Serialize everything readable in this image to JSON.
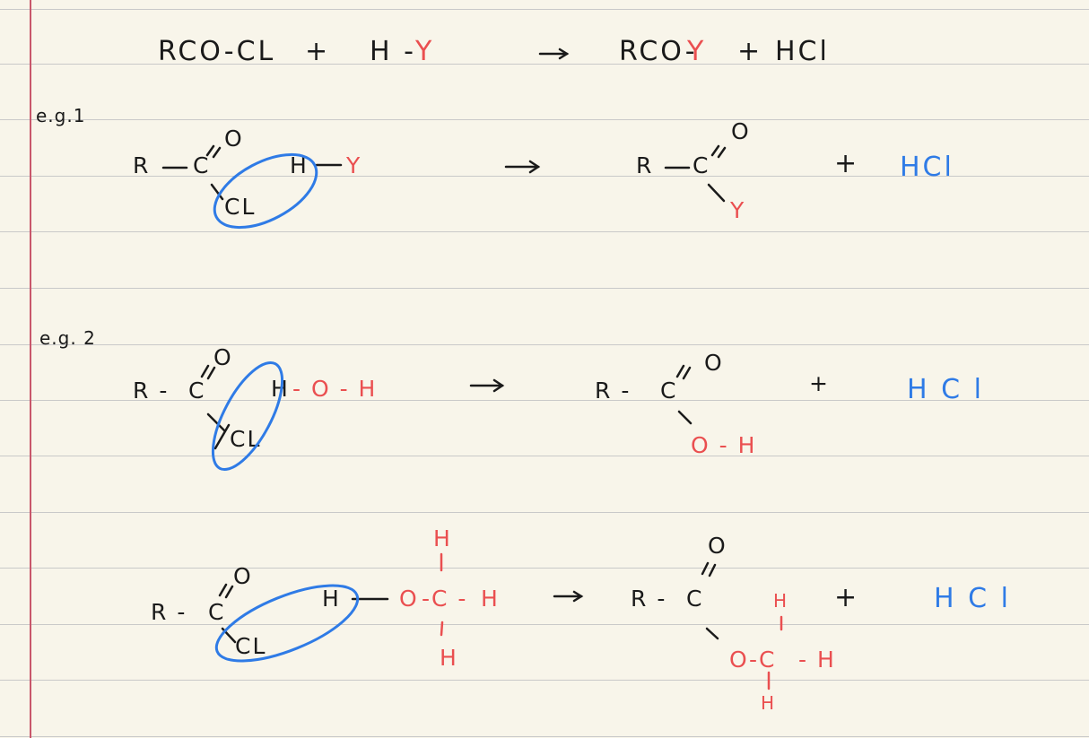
{
  "general_equation": {
    "acyl_chloride": "RCO-CL",
    "plus1": "+",
    "reagent_h": "H -",
    "reagent_y": "Y",
    "product_prefix": "RCO-",
    "product_y": "Y",
    "plus2": "+",
    "byproduct": "HCl"
  },
  "example1": {
    "label": "e.g.1",
    "r": "R",
    "c": "C",
    "o": "O",
    "cl": "CL",
    "h": "H",
    "y": "Y",
    "prod_r": "R",
    "prod_c": "C",
    "prod_o": "O",
    "prod_y": "Y",
    "plus": "+",
    "byproduct": "HCl"
  },
  "example2": {
    "label": "e.g. 2",
    "r": "R -",
    "c": "C",
    "o": "O",
    "cl": "CL",
    "h": "H",
    "dash_oh": "- O - H",
    "prod_r": "R -",
    "prod_c": "C",
    "prod_o": "O",
    "prod_oh": "O - H",
    "plus": "+",
    "byproduct": "H C l"
  },
  "example3": {
    "r": "R -",
    "c": "C",
    "o": "O",
    "cl": "CL",
    "h": "H",
    "methanol_o": "O",
    "methanol_c": "-C -",
    "methanol_h_right": "H",
    "methanol_h_top": "H",
    "methanol_h_bottom": "H",
    "prod_r": "R -",
    "prod_c": "C",
    "prod_o": "O",
    "prod_ester_o": "O",
    "prod_ester_c": "-C",
    "prod_ester_h_right": "- H",
    "prod_ester_h_top": "H",
    "prod_ester_h_bottom": "H",
    "plus": "+",
    "byproduct": "H C l"
  },
  "colors": {
    "ink": "#1a1a1a",
    "red": "#ea4f50",
    "blue": "#2f7be6",
    "margin": "#c8576b",
    "rule": "#c9c9c9",
    "paper": "#f8f5ea"
  }
}
